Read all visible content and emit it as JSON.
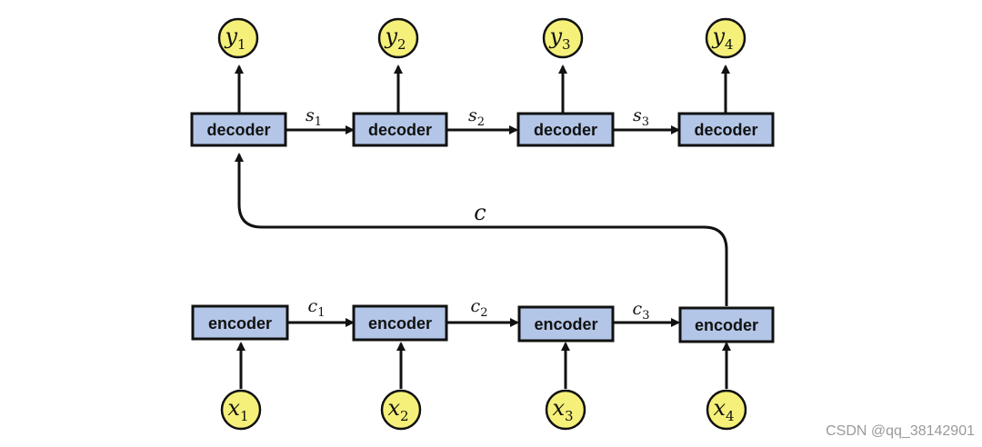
{
  "decoders": [
    {
      "label": "decoder"
    },
    {
      "label": "decoder"
    },
    {
      "label": "decoder"
    },
    {
      "label": "decoder"
    }
  ],
  "encoders": [
    {
      "label": "encoder"
    },
    {
      "label": "encoder"
    },
    {
      "label": "encoder"
    },
    {
      "label": "encoder"
    }
  ],
  "outputs": [
    {
      "symbol": "y",
      "sub": "1"
    },
    {
      "symbol": "y",
      "sub": "2"
    },
    {
      "symbol": "y",
      "sub": "3"
    },
    {
      "symbol": "y",
      "sub": "4"
    }
  ],
  "inputs": [
    {
      "symbol": "x",
      "sub": "1"
    },
    {
      "symbol": "x",
      "sub": "2"
    },
    {
      "symbol": "x",
      "sub": "3"
    },
    {
      "symbol": "x",
      "sub": "4"
    }
  ],
  "decoder_states": [
    {
      "symbol": "s",
      "sub": "1"
    },
    {
      "symbol": "s",
      "sub": "2"
    },
    {
      "symbol": "s",
      "sub": "3"
    }
  ],
  "encoder_states": [
    {
      "symbol": "c",
      "sub": "1"
    },
    {
      "symbol": "c",
      "sub": "2"
    },
    {
      "symbol": "c",
      "sub": "3"
    }
  ],
  "context": {
    "symbol": "c"
  },
  "watermark": "CSDN @qq_38142901",
  "colors": {
    "box_fill": "#b4c6e7",
    "node_fill": "#f5f07a",
    "stroke": "#111111",
    "watermark": "#9a9a9a"
  }
}
